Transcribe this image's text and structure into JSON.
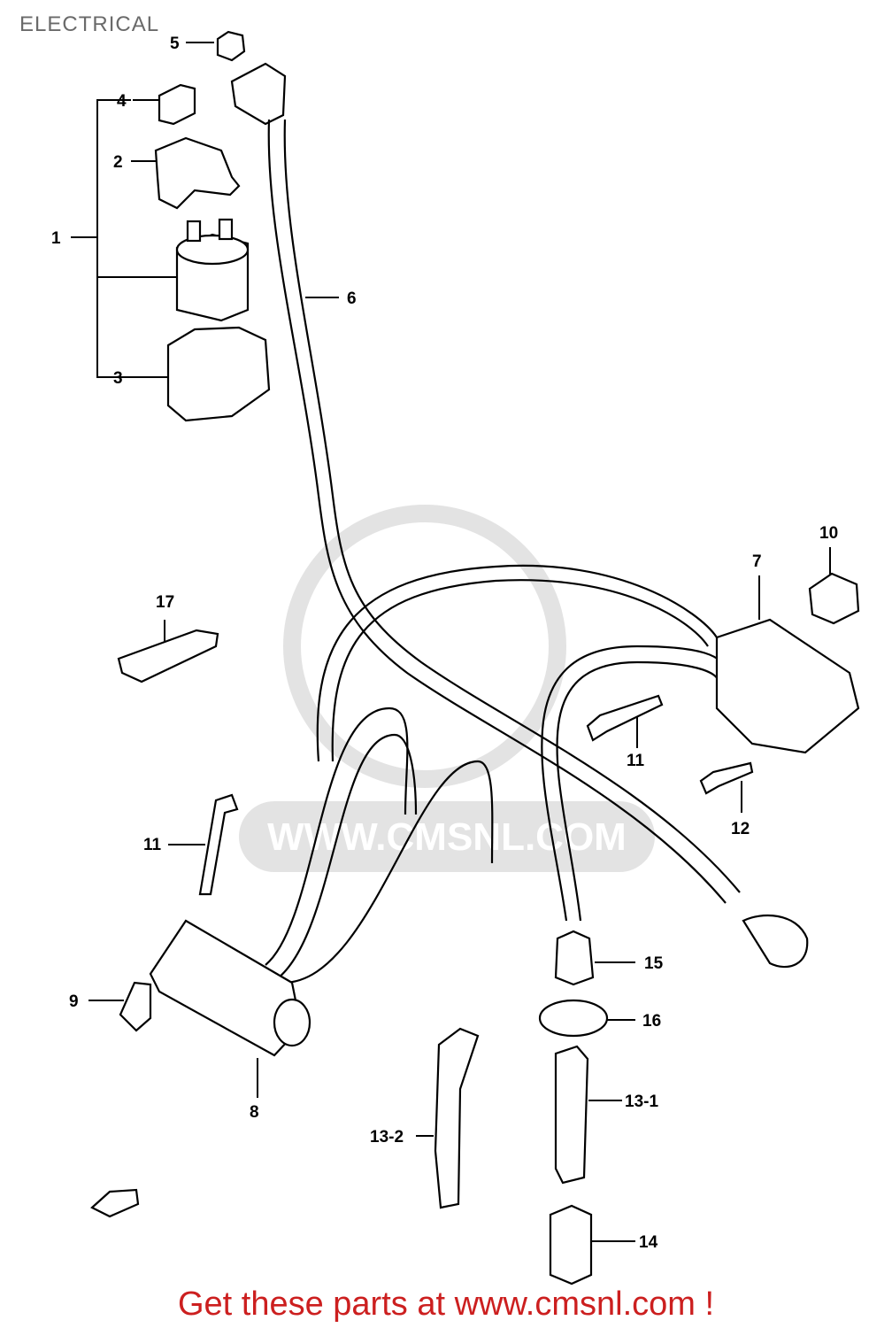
{
  "title": "ELECTRICAL",
  "watermark": "WWW.CMSNL.COM",
  "footer": "Get these parts at www.cmsnl.com !",
  "colors": {
    "footer": "#cc1f1f",
    "title": "#6a6a6a",
    "watermark": "#e3e3e3"
  },
  "labels": {
    "p1": "1",
    "p2": "2",
    "p3": "3",
    "p4": "4",
    "p5": "5",
    "p6": "6",
    "p7": "7",
    "p8": "8",
    "p9": "9",
    "p10": "10",
    "p11a": "11",
    "p11b": "11",
    "p12": "12",
    "p13_1": "13-1",
    "p13_2": "13-2",
    "p14": "14",
    "p15": "15",
    "p16": "16",
    "p17": "17"
  },
  "icons": [
    "front-arrow-icon"
  ]
}
